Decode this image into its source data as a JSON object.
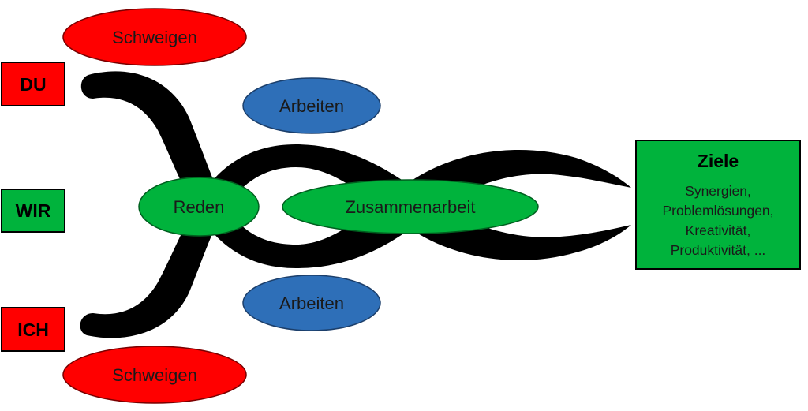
{
  "colors": {
    "red": "#ff0000",
    "green": "#00b33c",
    "blue": "#2e6fb8",
    "strand": "#000000"
  },
  "side_labels": {
    "du": "DU",
    "wir": "WIR",
    "ich": "ICH"
  },
  "ovals": {
    "schweigen_top": "Schweigen",
    "arbeiten_top": "Arbeiten",
    "reden": "Reden",
    "zusammenarbeit": "Zusammenarbeit",
    "arbeiten_bottom": "Arbeiten",
    "schweigen_bottom": "Schweigen"
  },
  "goals": {
    "title": "Ziele",
    "lines": [
      "Synergien,",
      "Problemlösungen,",
      "Kreativität,",
      "Produktivität, ..."
    ]
  }
}
